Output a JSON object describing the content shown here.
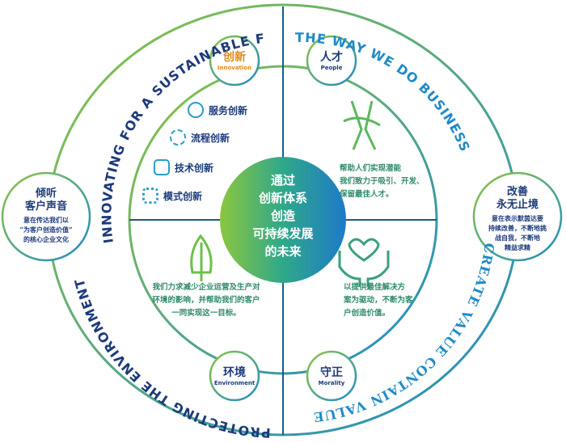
{
  "center": {
    "lines": [
      "通过",
      "创新体系",
      "创造",
      "可持续发展",
      "的未来"
    ]
  },
  "arcs": {
    "top_left": "INNOVATING FOR A SUSTAINABLE FUTURE",
    "top_right": "THE WAY WE DO BUSINESS",
    "bottom_right": "CREATE VALUE CONTAIN VALUE",
    "bottom_left": "PROTECTING THE ENVIRONMENT"
  },
  "badges": {
    "innovation": {
      "cn": "创新",
      "en": "Innovation"
    },
    "people": {
      "cn": "人才",
      "en": "People"
    },
    "environment": {
      "cn": "环境",
      "en": "Environment"
    },
    "morality": {
      "cn": "守正",
      "en": "Morality"
    }
  },
  "innovation_items": [
    "服务创新",
    "流程创新",
    "技术创新",
    "模式创新"
  ],
  "people_text": [
    "帮助人们实现潜能",
    "我们致力于吸引、开发、",
    "保留最佳人才。"
  ],
  "environment_text": [
    "我们力求减少企业运营及生产对",
    "环境的影响，并帮助我们的客户",
    "一同实现这一目标。"
  ],
  "morality_text": [
    "以提供最佳解决方",
    "案为驱动，不断为客",
    "户创造价值。"
  ],
  "left_circle": {
    "title": [
      "倾听",
      "客户声音"
    ],
    "body": [
      "意在传达我们以",
      "“为客户创造价值”",
      "的核心企业文化"
    ]
  },
  "right_circle": {
    "title": [
      "改善",
      "永无止境"
    ],
    "body": [
      "意在表示默茵达要",
      "持续改善，不断地挑",
      "战自我，不断地",
      "精益求精"
    ]
  },
  "colors": {
    "navy": "#1b3a7a",
    "blue": "#1e8ac8",
    "green": "#8cc63f",
    "orange": "#e08a1e",
    "teal": "#2f8a6a"
  }
}
